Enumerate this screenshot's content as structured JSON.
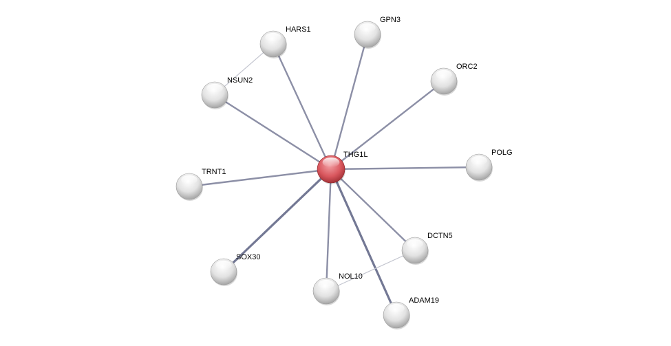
{
  "network": {
    "center": "THG1L",
    "nodes": [
      {
        "id": "THG1L",
        "label": "THG1L",
        "query": true
      },
      {
        "id": "HARS1",
        "label": "HARS1"
      },
      {
        "id": "GPN3",
        "label": "GPN3"
      },
      {
        "id": "ORC2",
        "label": "ORC2"
      },
      {
        "id": "NSUN2",
        "label": "NSUN2"
      },
      {
        "id": "POLG",
        "label": "POLG"
      },
      {
        "id": "TRNT1",
        "label": "TRNT1"
      },
      {
        "id": "DCTN5",
        "label": "DCTN5"
      },
      {
        "id": "SOX30",
        "label": "SOX30"
      },
      {
        "id": "NOL10",
        "label": "NOL10"
      },
      {
        "id": "ADAM19",
        "label": "ADAM19"
      }
    ],
    "edges": [
      {
        "source": "THG1L",
        "target": "HARS1",
        "strength": "medium"
      },
      {
        "source": "THG1L",
        "target": "GPN3",
        "strength": "medium"
      },
      {
        "source": "THG1L",
        "target": "ORC2",
        "strength": "medium"
      },
      {
        "source": "THG1L",
        "target": "NSUN2",
        "strength": "medium"
      },
      {
        "source": "THG1L",
        "target": "POLG",
        "strength": "medium"
      },
      {
        "source": "THG1L",
        "target": "TRNT1",
        "strength": "medium"
      },
      {
        "source": "THG1L",
        "target": "DCTN5",
        "strength": "medium"
      },
      {
        "source": "THG1L",
        "target": "SOX30",
        "strength": "strong"
      },
      {
        "source": "THG1L",
        "target": "NOL10",
        "strength": "medium"
      },
      {
        "source": "THG1L",
        "target": "ADAM19",
        "strength": "strong"
      },
      {
        "source": "HARS1",
        "target": "NSUN2",
        "strength": "weak"
      },
      {
        "source": "DCTN5",
        "target": "NOL10",
        "strength": "weak"
      }
    ],
    "colors": {
      "query_node": "#d9535a",
      "node": "#d8d8d8",
      "edge": "#8c8fa6",
      "edge_strong": "#737894",
      "edge_weak": "#c4c6d0"
    }
  }
}
